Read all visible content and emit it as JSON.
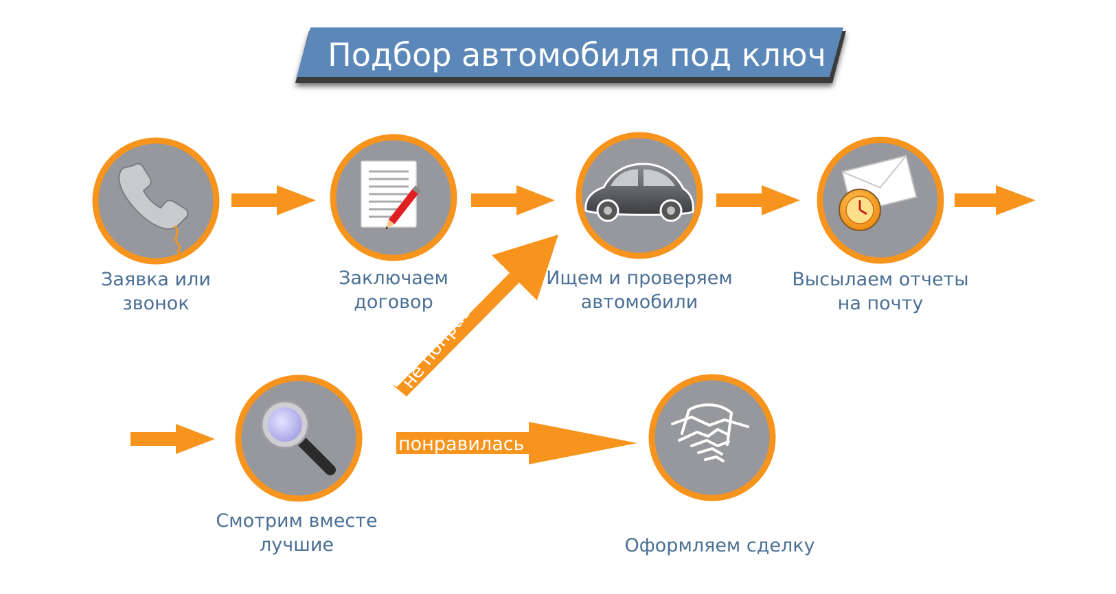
{
  "title": "Подбор автомобиля под ключ",
  "steps": [
    {
      "icon": "phone-icon",
      "line1": "Заявка или",
      "line2": "звонок"
    },
    {
      "icon": "contract-icon",
      "line1": "Заключаем",
      "line2": "договор"
    },
    {
      "icon": "car-icon",
      "line1": "Ищем и проверяем",
      "line2": "автомобили"
    },
    {
      "icon": "email-clock-icon",
      "line1": "Высылаем отчеты",
      "line2": "на почту"
    },
    {
      "icon": "magnifier-icon",
      "line1": "Смотрим вместе",
      "line2": "лучшие"
    },
    {
      "icon": "handshake-icon",
      "line1": "Оформляем сделку",
      "line2": ""
    }
  ],
  "branches": {
    "rejected": "не понравилась",
    "accepted": "понравилась"
  },
  "colors": {
    "title_bg": "#5b87b9",
    "circle_fill": "#96989e",
    "circle_ring": "#f7941d",
    "arrow": "#f7941d",
    "label_text": "#4a6f94"
  }
}
